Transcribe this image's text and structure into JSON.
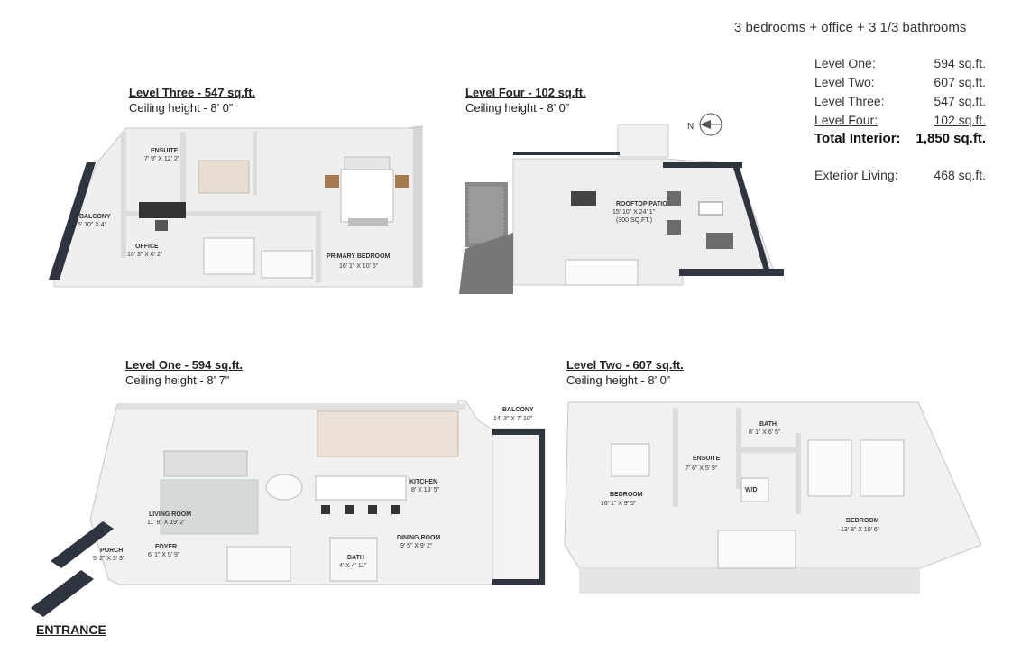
{
  "summary": "3 bedrooms + office + 3 1/3 bathrooms",
  "areas": [
    {
      "label": "Level One:",
      "value": "594 sq.ft."
    },
    {
      "label": "Level Two:",
      "value": "607 sq.ft."
    },
    {
      "label": "Level Three:",
      "value": "547 sq.ft."
    },
    {
      "label": "Level Four:",
      "value": "102 sq.ft."
    }
  ],
  "total": {
    "label": "Total Interior:",
    "value": "1,850 sq.ft."
  },
  "exterior": {
    "label": "Exterior Living:",
    "value": "468 sq.ft."
  },
  "levels": {
    "three": {
      "title": "Level Three - 547 sq.ft.",
      "ceiling": "Ceiling height - 8’ 0”"
    },
    "four": {
      "title": "Level Four - 102 sq.ft.",
      "ceiling": "Ceiling height - 8’ 0”"
    },
    "one": {
      "title": "Level One - 594 sq.ft.",
      "ceiling": "Ceiling height - 8’ 7”"
    },
    "two": {
      "title": "Level Two - 607 sq.ft.",
      "ceiling": "Ceiling height - 8’ 0”"
    }
  },
  "compass": "N",
  "entrance": "ENTRANCE",
  "rooms": {
    "ensuite3": {
      "name": "ENSUITE",
      "dim": "7’ 9” X 12’ 2”"
    },
    "balcony3": {
      "name": "BALCONY",
      "dim": "5’ 10” X 4’"
    },
    "office": {
      "name": "OFFICE",
      "dim": "10’ 3” X 6’ 2”"
    },
    "primary": {
      "name": "PRIMARY BEDROOM",
      "dim": "16’ 1” X 10’ 6”"
    },
    "rooftop": {
      "name": "ROOFTOP PATIO",
      "dim": "15’ 10” X 24’ 1”",
      "extra": "(300 SQ.FT.)"
    },
    "balcony1": {
      "name": "BALCONY",
      "dim": "14’ 3” X 7’ 10”"
    },
    "kitchen": {
      "name": "KITCHEN",
      "dim": "8’ X 13’ 5”"
    },
    "living": {
      "name": "LIVING ROOM",
      "dim": "11’ 8” X 19’ 2”"
    },
    "porch": {
      "name": "PORCH",
      "dim": "5’ 2” X 3’ 3”"
    },
    "foyer": {
      "name": "FOYER",
      "dim": "6’ 1” X 5’ 9”"
    },
    "bath1": {
      "name": "BATH",
      "dim": "4’ X 4’ 11”"
    },
    "dining": {
      "name": "DINING ROOM",
      "dim": "9’ 5” X 9’ 2”"
    },
    "bath2": {
      "name": "BATH",
      "dim": "8’ 1” X 6’ 5”"
    },
    "ensuite2": {
      "name": "ENSUITE",
      "dim": "7’ 6” X 5’ 9”"
    },
    "wd": {
      "name": "W/D"
    },
    "bedroom2a": {
      "name": "BEDROOM",
      "dim": "16’ 1” X 9’ 5”"
    },
    "bedroom2b": {
      "name": "BEDROOM",
      "dim": "13’ 8” X 10’ 6”"
    }
  }
}
